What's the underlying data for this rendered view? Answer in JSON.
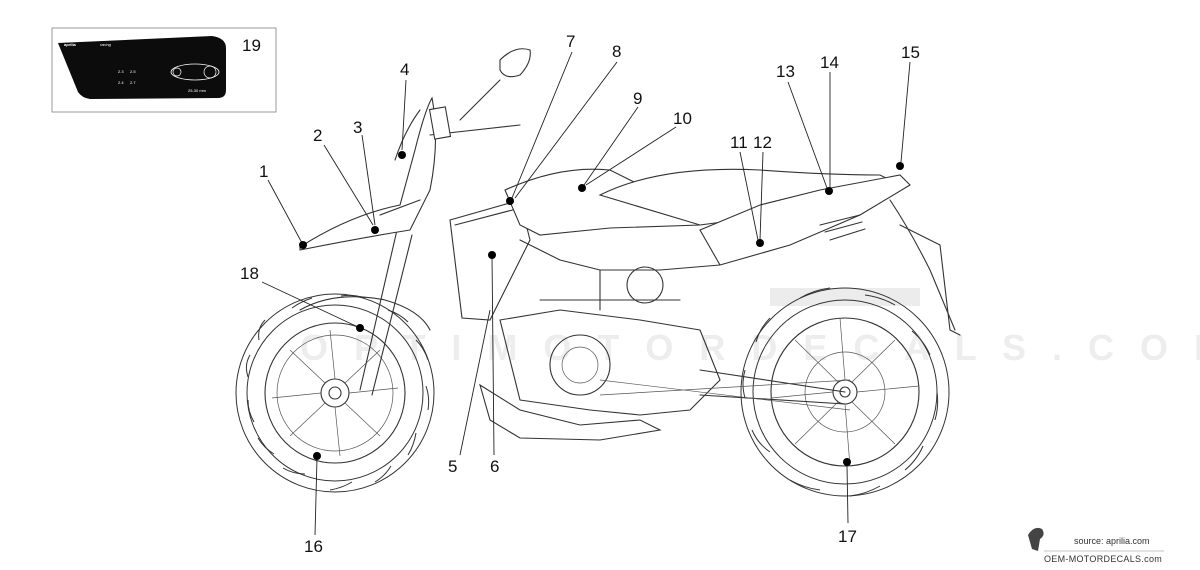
{
  "callouts": [
    {
      "n": "1"
    },
    {
      "n": "2"
    },
    {
      "n": "3"
    },
    {
      "n": "4"
    },
    {
      "n": "5"
    },
    {
      "n": "6"
    },
    {
      "n": "7"
    },
    {
      "n": "8"
    },
    {
      "n": "9"
    },
    {
      "n": "10"
    },
    {
      "n": "11"
    },
    {
      "n": "12"
    },
    {
      "n": "13"
    },
    {
      "n": "14"
    },
    {
      "n": "15"
    },
    {
      "n": "16"
    },
    {
      "n": "17"
    },
    {
      "n": "18"
    },
    {
      "n": "19"
    }
  ],
  "tyre_label": {
    "brand": "aprilia",
    "series": "racing",
    "pressures_solo": [
      "2.3",
      "2.5"
    ],
    "pressures_two": [
      "2.4",
      "2.7"
    ],
    "chain_slack": "25-30 mm"
  },
  "source_credit": "source: aprilia.com",
  "site_credit": "OEM-MOTORDECALS.com"
}
